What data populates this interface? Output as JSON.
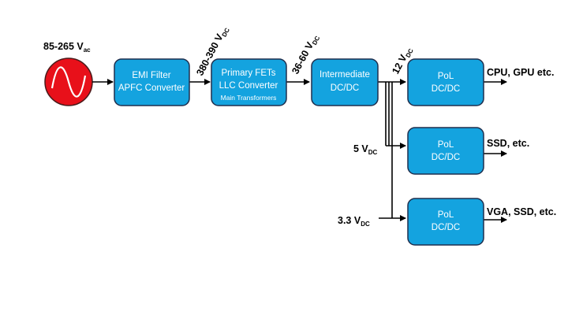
{
  "input": {
    "label": "85-265 V",
    "sub": "ac"
  },
  "blocks": {
    "emi": {
      "line1": "EMI Filter",
      "line2": "APFC  Converter"
    },
    "primary": {
      "line1": "Primary FETs",
      "line2": "LLC Converter",
      "line3": "Main Transformers"
    },
    "intermediate": {
      "line1": "Intermediate",
      "line2": "DC/DC"
    },
    "pol1": {
      "line1": "PoL",
      "line2": "DC/DC"
    },
    "pol2": {
      "line1": "PoL",
      "line2": "DC/DC"
    },
    "pol3": {
      "line1": "PoL",
      "line2": "DC/DC"
    }
  },
  "rails": {
    "v380": {
      "main": "380-390 V",
      "sub": "DC"
    },
    "v36": {
      "main": "36-60 V",
      "sub": "DC"
    },
    "v12": {
      "main": "12 V",
      "sub": "DC"
    },
    "v5": {
      "main": "5 V",
      "sub": "DC"
    },
    "v33": {
      "main": "3.3 V",
      "sub": "DC"
    }
  },
  "outputs": {
    "out1": "CPU, GPU etc.",
    "out2": "SSD, etc.",
    "out3": "VGA, SSD, etc."
  },
  "colors": {
    "block_fill": "#14a3df",
    "block_border": "#1f2f4e",
    "source_fill": "#e8101a"
  },
  "icons": {
    "source": "ac-sine-wave-icon"
  }
}
